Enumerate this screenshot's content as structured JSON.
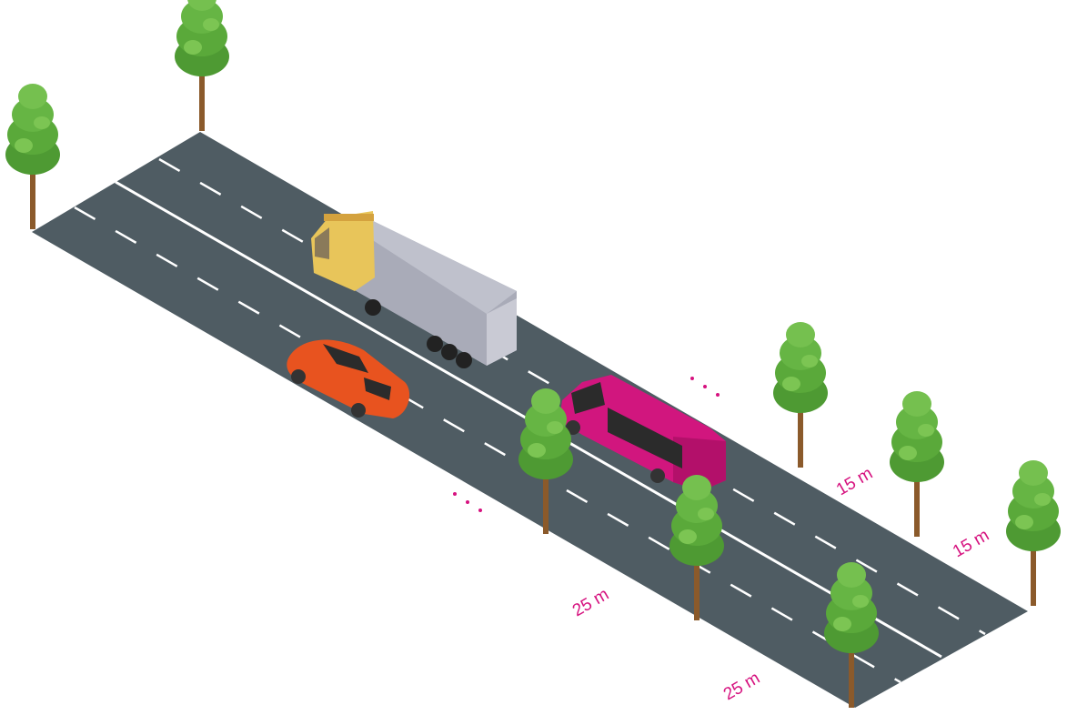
{
  "labels": {
    "gap_bottom_1": "25 m",
    "gap_bottom_2": "25 m",
    "gap_right_1": "15 m",
    "gap_right_2": "15 m"
  },
  "colors": {
    "road": "#4f5c63",
    "lane_marking": "#ffffff",
    "label": "#d6127f",
    "tree_foliage": "#5aa93a",
    "tree_trunk": "#8b5a2b",
    "sports_car": "#e8531f",
    "van": "#d1167e",
    "truck_cab": "#e8c55a",
    "truck_trailer": "#a9abb8"
  },
  "objects": {
    "vehicles": [
      "truck",
      "sports-car",
      "van"
    ],
    "trees_left_edge": 2,
    "trees_right_edge": 3,
    "trees_bottom_edge": 3
  }
}
